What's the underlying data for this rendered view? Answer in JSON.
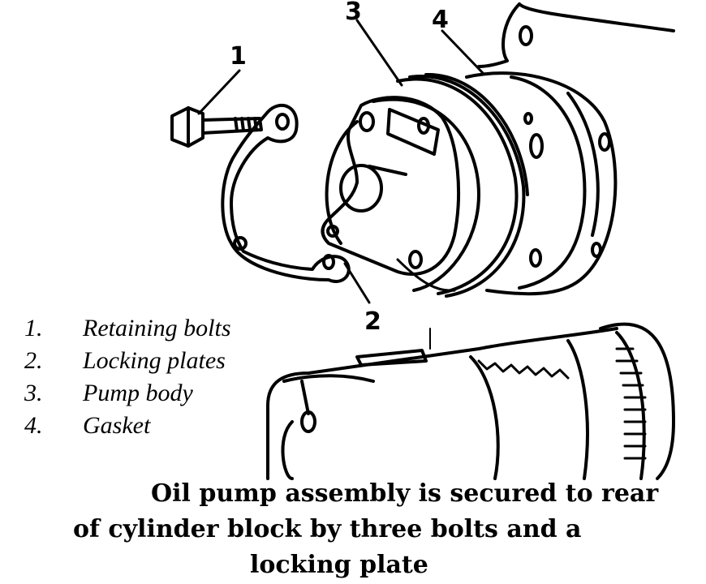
{
  "callouts": {
    "c1": "1",
    "c2": "2",
    "c3": "3",
    "c4": "4"
  },
  "legend": [
    {
      "num": "1.",
      "label": "Retaining bolts"
    },
    {
      "num": "2.",
      "label": "Locking plates"
    },
    {
      "num": "3.",
      "label": "Pump body"
    },
    {
      "num": "4.",
      "label": "Gasket"
    }
  ],
  "caption": {
    "line1": "Oil pump assembly is secured to rear",
    "line2": "of cylinder block by three bolts and a",
    "line3": "locking plate"
  }
}
